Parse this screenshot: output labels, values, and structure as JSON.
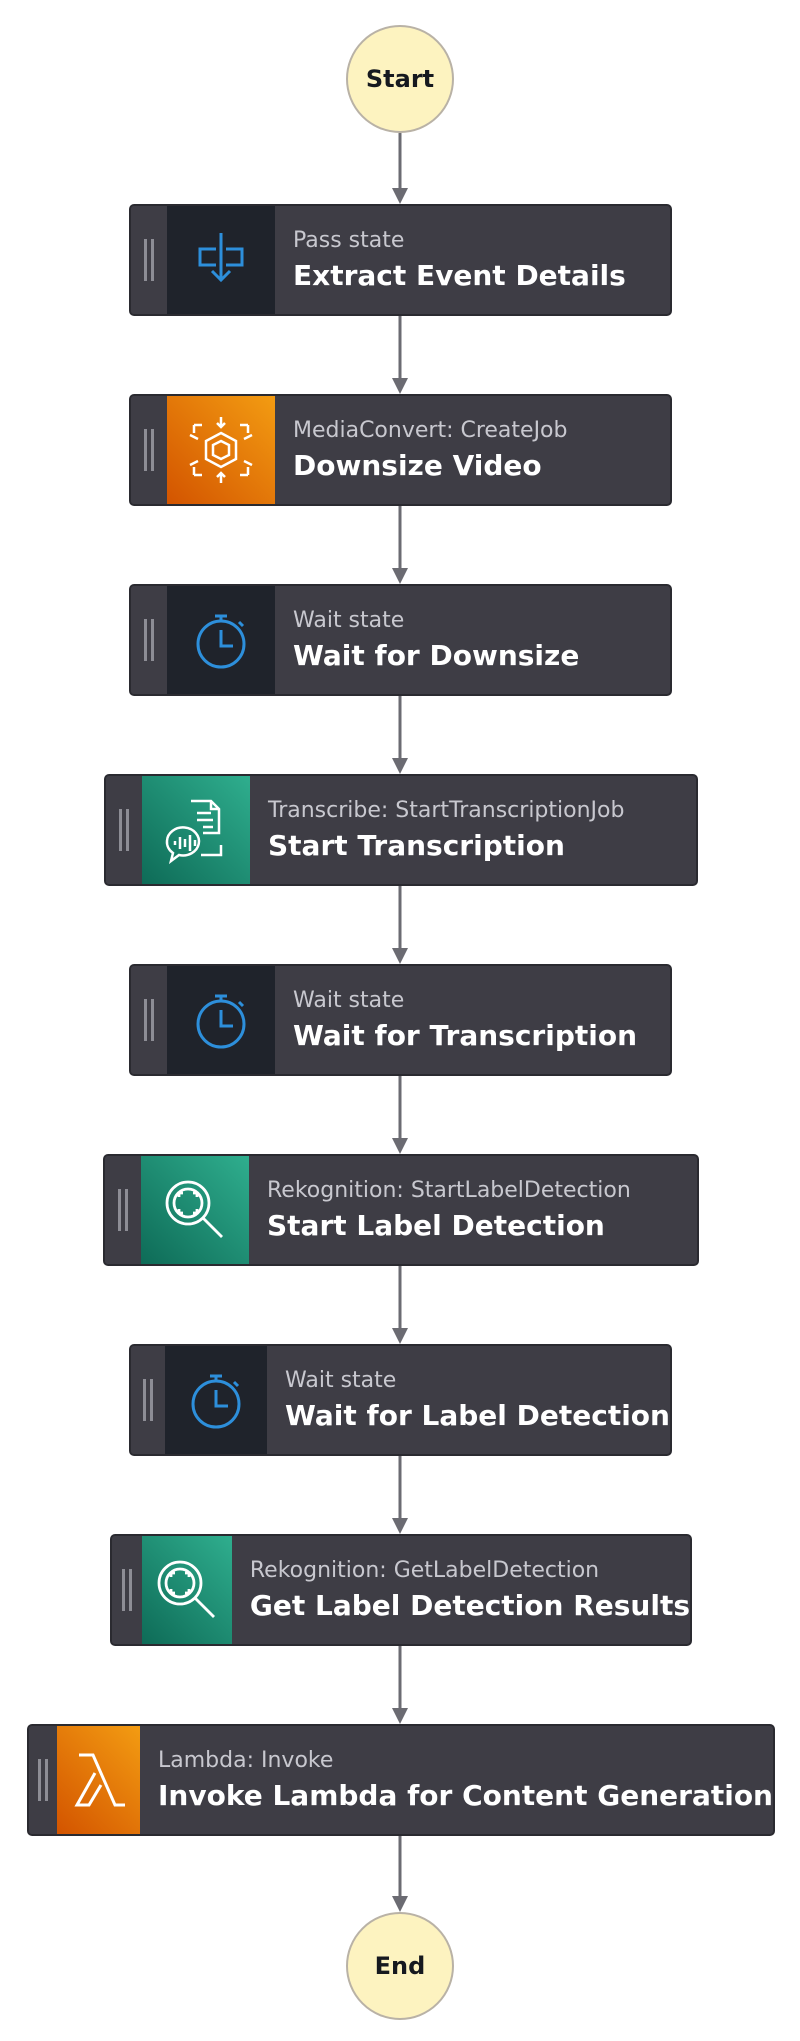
{
  "start": "Start",
  "end": "End",
  "states": [
    {
      "type": "Pass state",
      "name": "Extract Event Details",
      "icon": "pass-state-icon",
      "icon_bg": "dark"
    },
    {
      "type": "MediaConvert: CreateJob",
      "name": "Downsize Video",
      "icon": "mediaconvert-icon",
      "icon_bg": "orange"
    },
    {
      "type": "Wait state",
      "name": "Wait for Downsize",
      "icon": "stopwatch-icon",
      "icon_bg": "dark"
    },
    {
      "type": "Transcribe: StartTranscriptionJob",
      "name": "Start Transcription",
      "icon": "transcribe-icon",
      "icon_bg": "teal"
    },
    {
      "type": "Wait state",
      "name": "Wait for Transcription",
      "icon": "stopwatch-icon",
      "icon_bg": "dark"
    },
    {
      "type": "Rekognition: StartLabelDetection",
      "name": "Start Label Detection",
      "icon": "rekognition-icon",
      "icon_bg": "teal"
    },
    {
      "type": "Wait state",
      "name": "Wait for Label Detection",
      "icon": "stopwatch-icon",
      "icon_bg": "dark"
    },
    {
      "type": "Rekognition: GetLabelDetection",
      "name": "Get Label Detection Results",
      "icon": "rekognition-icon",
      "icon_bg": "teal"
    },
    {
      "type": "Lambda: Invoke",
      "name": "Invoke Lambda for Content Generation",
      "icon": "lambda-icon",
      "icon_bg": "orange"
    }
  ]
}
